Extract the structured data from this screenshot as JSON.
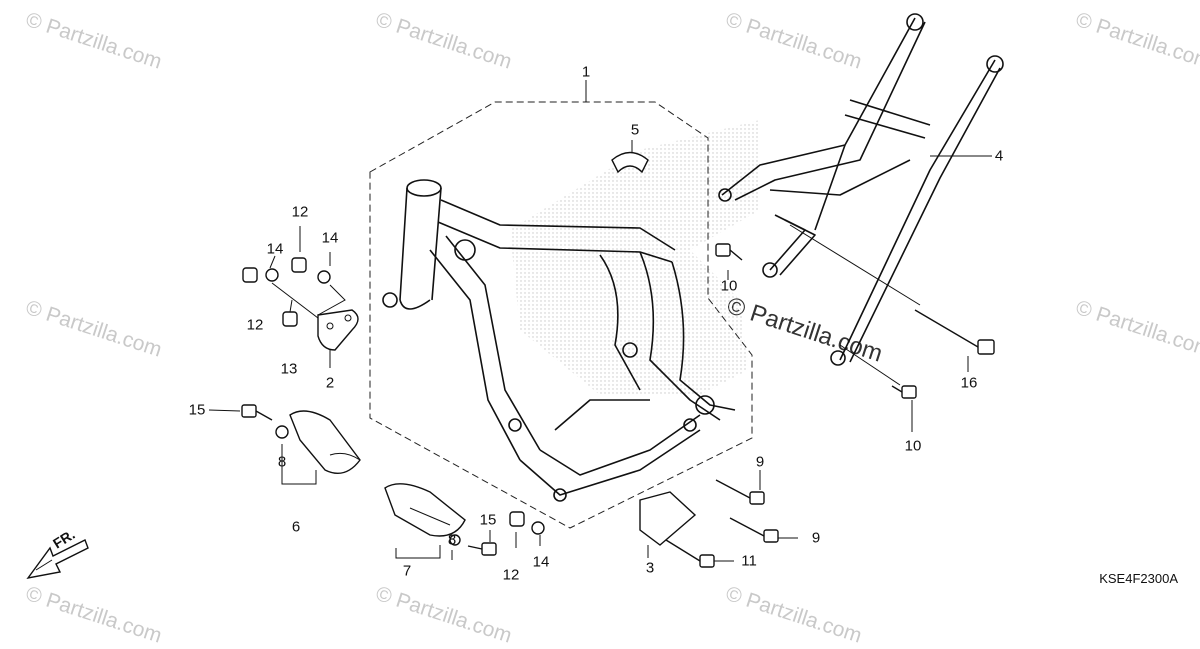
{
  "watermark": {
    "text": "© Partzilla.com"
  },
  "diagram_code": "KSE4F2300A",
  "direction_label": "FR.",
  "callouts": [
    {
      "id": "c1",
      "label": "1"
    },
    {
      "id": "c2",
      "label": "2"
    },
    {
      "id": "c3",
      "label": "3"
    },
    {
      "id": "c4",
      "label": "4"
    },
    {
      "id": "c5",
      "label": "5"
    },
    {
      "id": "c6",
      "label": "6"
    },
    {
      "id": "c7",
      "label": "7"
    },
    {
      "id": "c8a",
      "label": "8"
    },
    {
      "id": "c8b",
      "label": "8"
    },
    {
      "id": "c9a",
      "label": "9"
    },
    {
      "id": "c9b",
      "label": "9"
    },
    {
      "id": "c10a",
      "label": "10"
    },
    {
      "id": "c10b",
      "label": "10"
    },
    {
      "id": "c11",
      "label": "11"
    },
    {
      "id": "c12a",
      "label": "12"
    },
    {
      "id": "c12b",
      "label": "12"
    },
    {
      "id": "c12c",
      "label": "12"
    },
    {
      "id": "c13",
      "label": "13"
    },
    {
      "id": "c14a",
      "label": "14"
    },
    {
      "id": "c14b",
      "label": "14"
    },
    {
      "id": "c14c",
      "label": "14"
    },
    {
      "id": "c15a",
      "label": "15"
    },
    {
      "id": "c15b",
      "label": "15"
    },
    {
      "id": "c16",
      "label": "16"
    }
  ]
}
